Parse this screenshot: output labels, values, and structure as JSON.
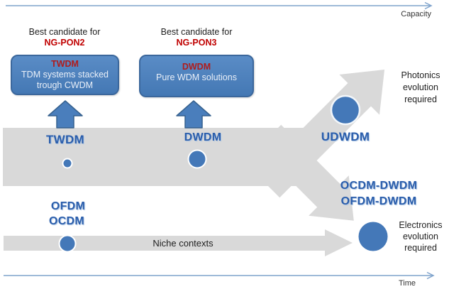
{
  "axes": {
    "capacity": "Capacity",
    "time": "Time"
  },
  "callouts": {
    "ngpon2": {
      "intro": "Best candidate for",
      "name": "NG-PON2"
    },
    "ngpon3": {
      "intro": "Best candidate for",
      "name": "NG-PON3"
    },
    "twdm_box": {
      "title": "TWDM",
      "line1": "TDM systems stacked",
      "line2": "trough CWDM"
    },
    "dwdm_box": {
      "title": "DWDM",
      "line1": "Pure WDM solutions"
    }
  },
  "band_labels": {
    "twdm": "TWDM",
    "dwdm": "DWDM",
    "udwdm": "UDWDM",
    "ofdm": "OFDM",
    "ocdm": "OCDM",
    "ocdm_dwdm": "OCDM-DWDM",
    "ofdm_dwdm": "OFDM-DWDM",
    "niche": "Niche contexts"
  },
  "notes": {
    "photonics": {
      "line1": "Photonics",
      "line2": "evolution",
      "line3": "required"
    },
    "electronics": {
      "line1": "Electronics",
      "line2": "evolution",
      "line3": "required"
    }
  },
  "colors": {
    "accent_blue": "#4a7ebc",
    "accent_blue_border": "#36618e",
    "label_blue": "#2a5dab",
    "red": "#c00000",
    "band_gray": "#d9d9d9",
    "axis_blue": "#7fa3cc"
  }
}
